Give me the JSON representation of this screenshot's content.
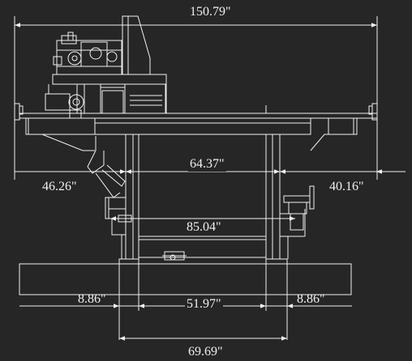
{
  "dimensions": {
    "overall_width": "150.79\"",
    "left_offset": "46.26\"",
    "right_offset": "40.16\"",
    "inner_column_span": "64.37\"",
    "frame_width": "85.04\"",
    "left_foot": "8.86\"",
    "foot_span": "51.97\"",
    "right_foot": "8.86\"",
    "base_width": "69.69\""
  },
  "colors": {
    "background": "#262626",
    "line": "#f0f0f0",
    "label": "#f0f0f0"
  }
}
